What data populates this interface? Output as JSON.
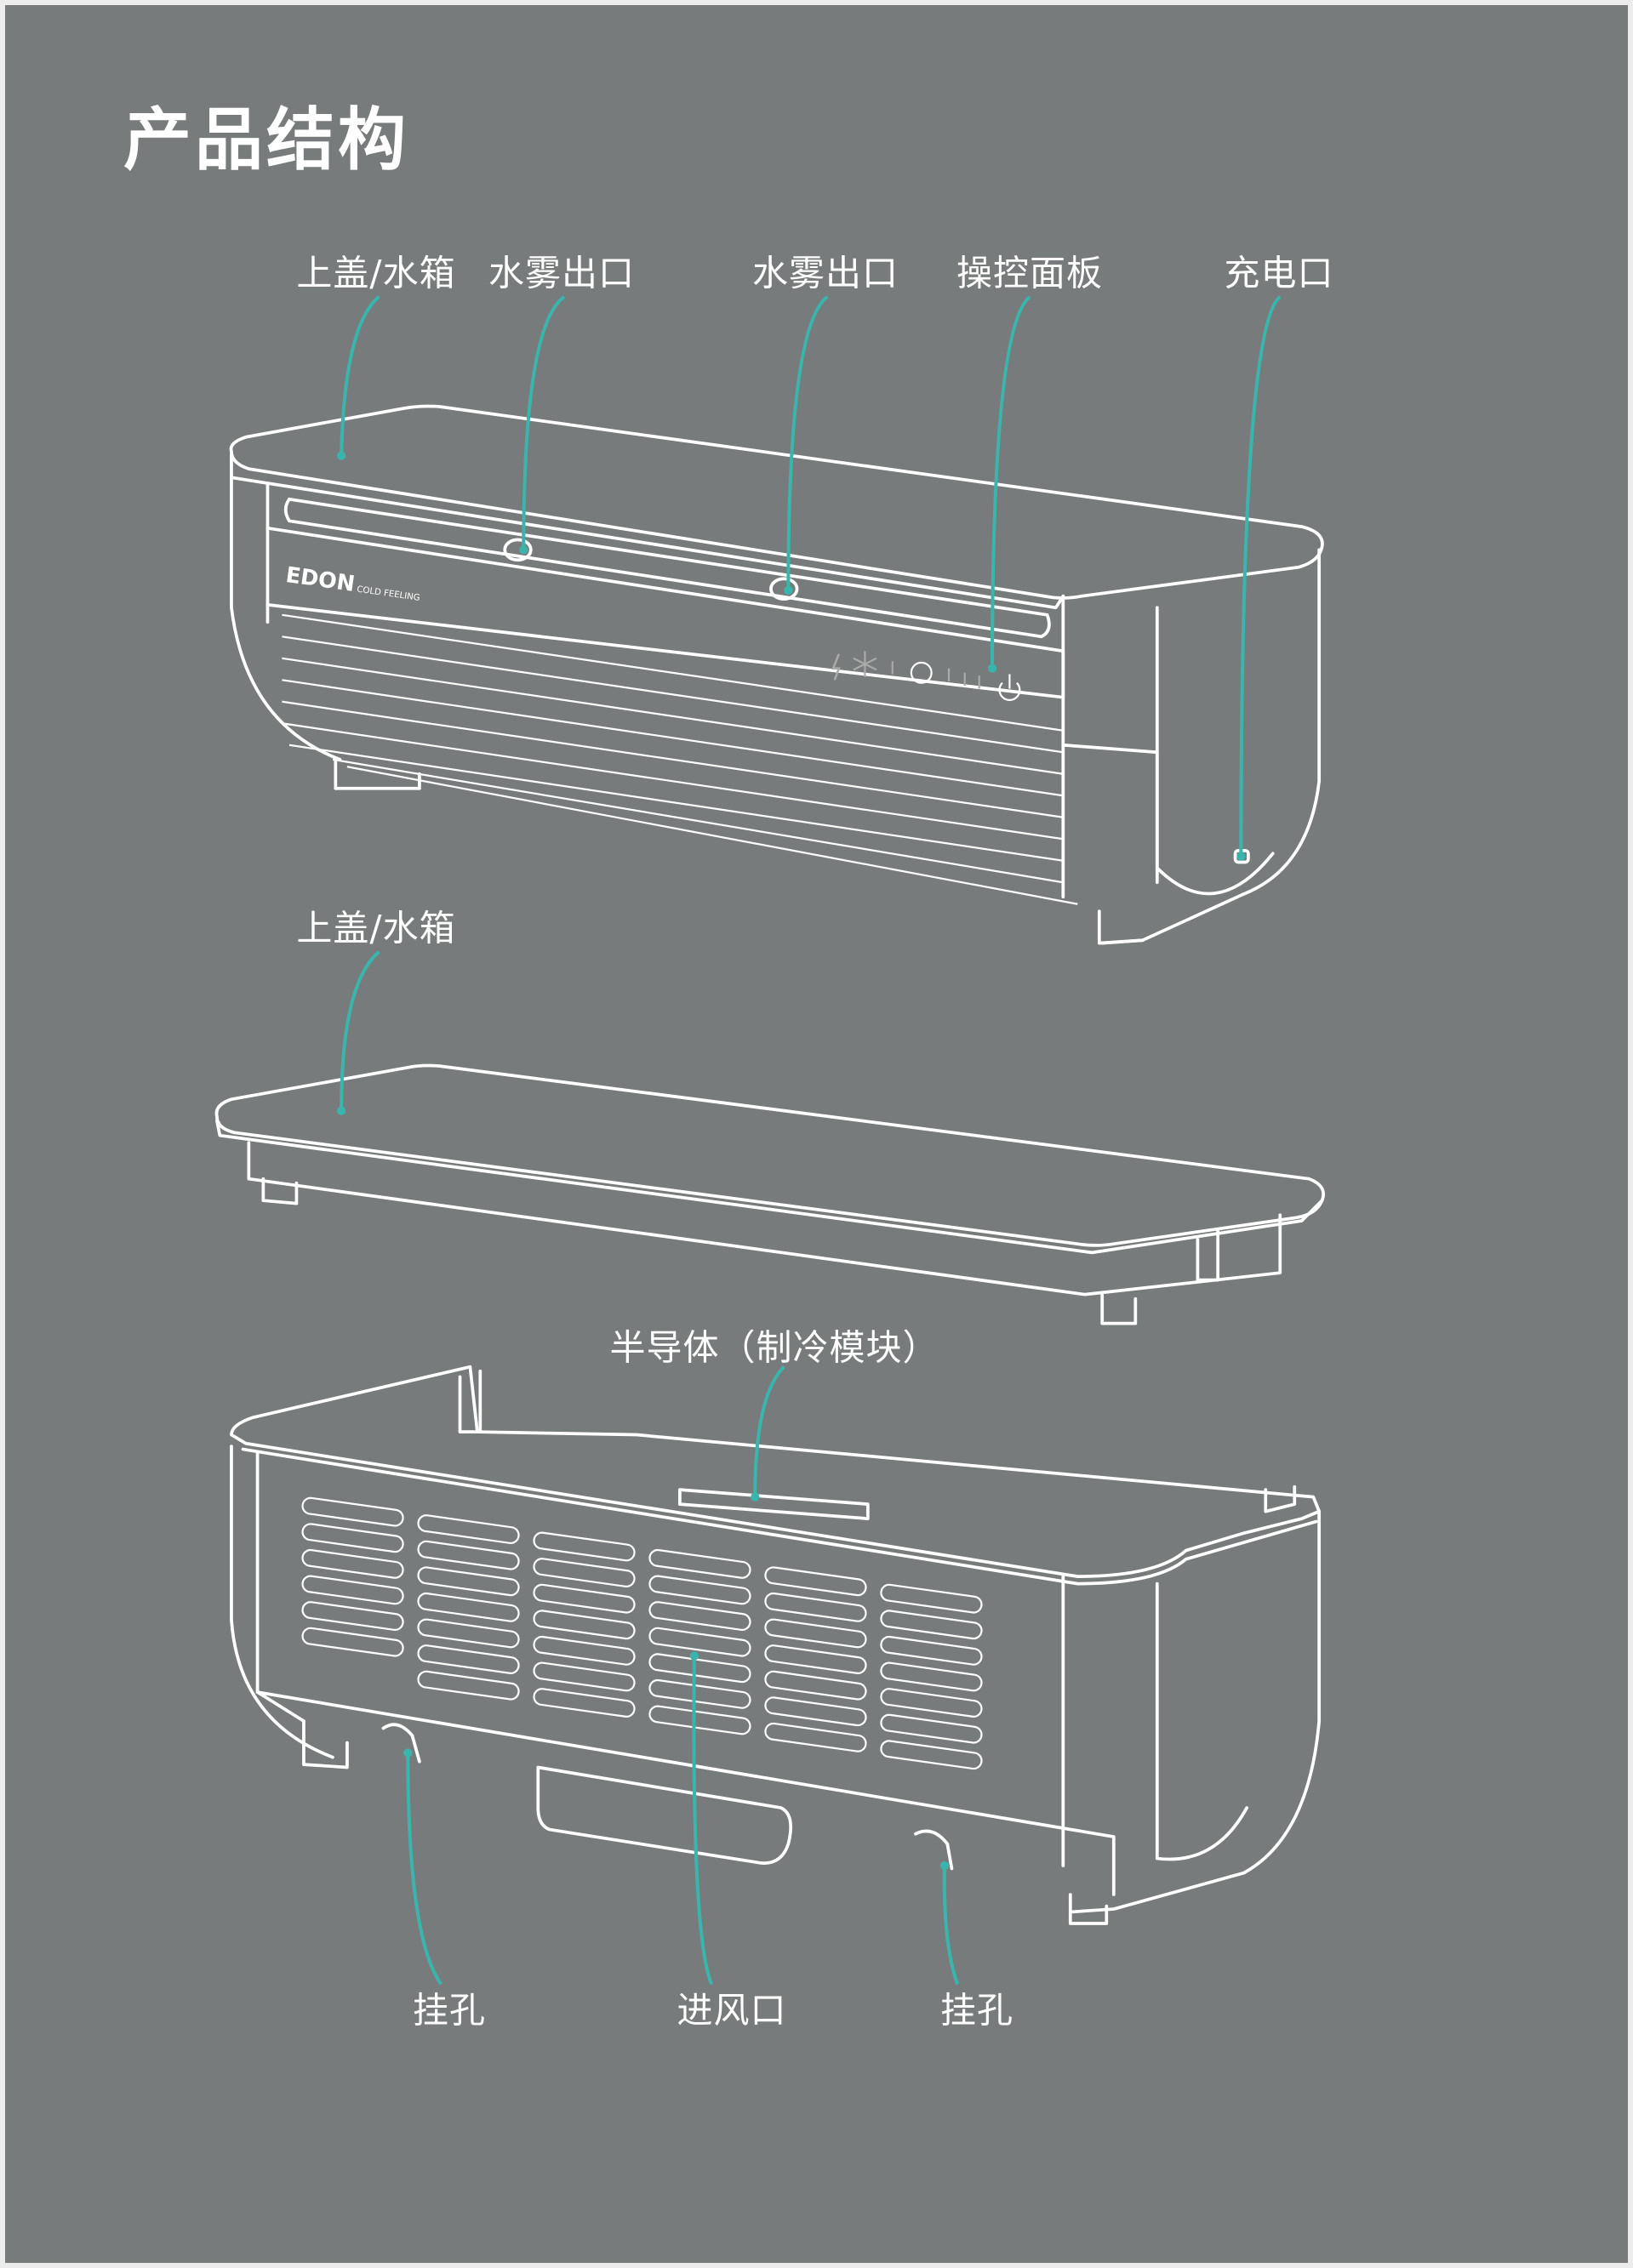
{
  "title": "产品结构",
  "brand": {
    "logo": "EDON",
    "tagline": "COLD FEELING"
  },
  "colors": {
    "background": "#787b7b",
    "leader": "#3ab5ad",
    "line": "#ffffff"
  },
  "labels": {
    "top_cover_tank_1": "上盖/水箱",
    "mist_outlet_1": "水雾出口",
    "mist_outlet_2": "水雾出口",
    "control_panel": "操控面板",
    "charging_port": "充电口",
    "top_cover_tank_2": "上盖/水箱",
    "semiconductor_module": "半导体（制冷模块）",
    "hanging_hole_1": "挂孔",
    "air_inlet": "进风口",
    "hanging_hole_2": "挂孔"
  },
  "panel_icons": [
    "lightning-icon",
    "snowflake-icon",
    "mist-icon",
    "power-icon"
  ]
}
